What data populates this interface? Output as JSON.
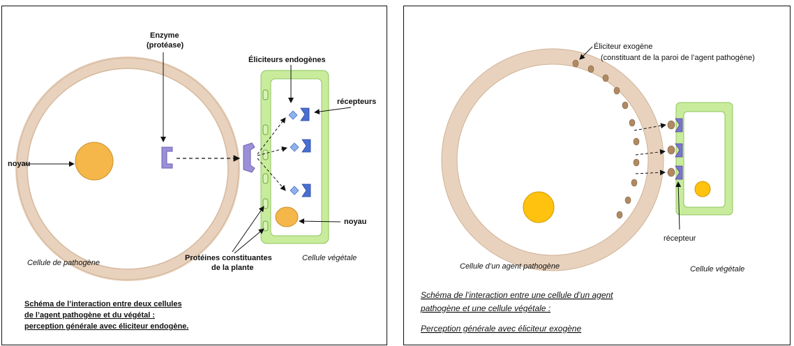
{
  "left": {
    "enzyme": "Enzyme",
    "enzyme_sub": "(protéase)",
    "elicitors": "Éliciteurs endogènes",
    "receptors": "récepteurs",
    "nucleus_left": "noyau",
    "nucleus_right": "noyau",
    "pathogen_cell": "Cellule de pathogène",
    "plant_proteins_1": "Protéines constituantes",
    "plant_proteins_2": "de la plante",
    "plant_cell": "Cellule végétale",
    "caption_1": "Schéma de l’interaction entre deux cellules",
    "caption_2": "de l’agent pathogène et du végétal :",
    "caption_3": "perception générale avec éliciteur endogène."
  },
  "right": {
    "elicitor_1": "Éliciteur exogène",
    "elicitor_2": "(constituant de la paroi de l’agent pathogène)",
    "receptor": "récepteur",
    "pathogen_cell": "Cellule d’un agent pathogène",
    "plant_cell": "Cellule végétale",
    "caption_1": "Schéma de l’interaction entre une cellule d’un agent",
    "caption_2": "pathogène et une cellule végétale :",
    "caption_3": "Perception générale avec éliciteur exogène"
  },
  "colors": {
    "pathogen_wall": "#e8d2bd",
    "nucleus": "#f5b74a",
    "nucleus_right": "#ffc20e",
    "plant_wall": "#c8ec9c",
    "receptor": "#4a6fd1",
    "enzyme": "#9b8fd8"
  }
}
